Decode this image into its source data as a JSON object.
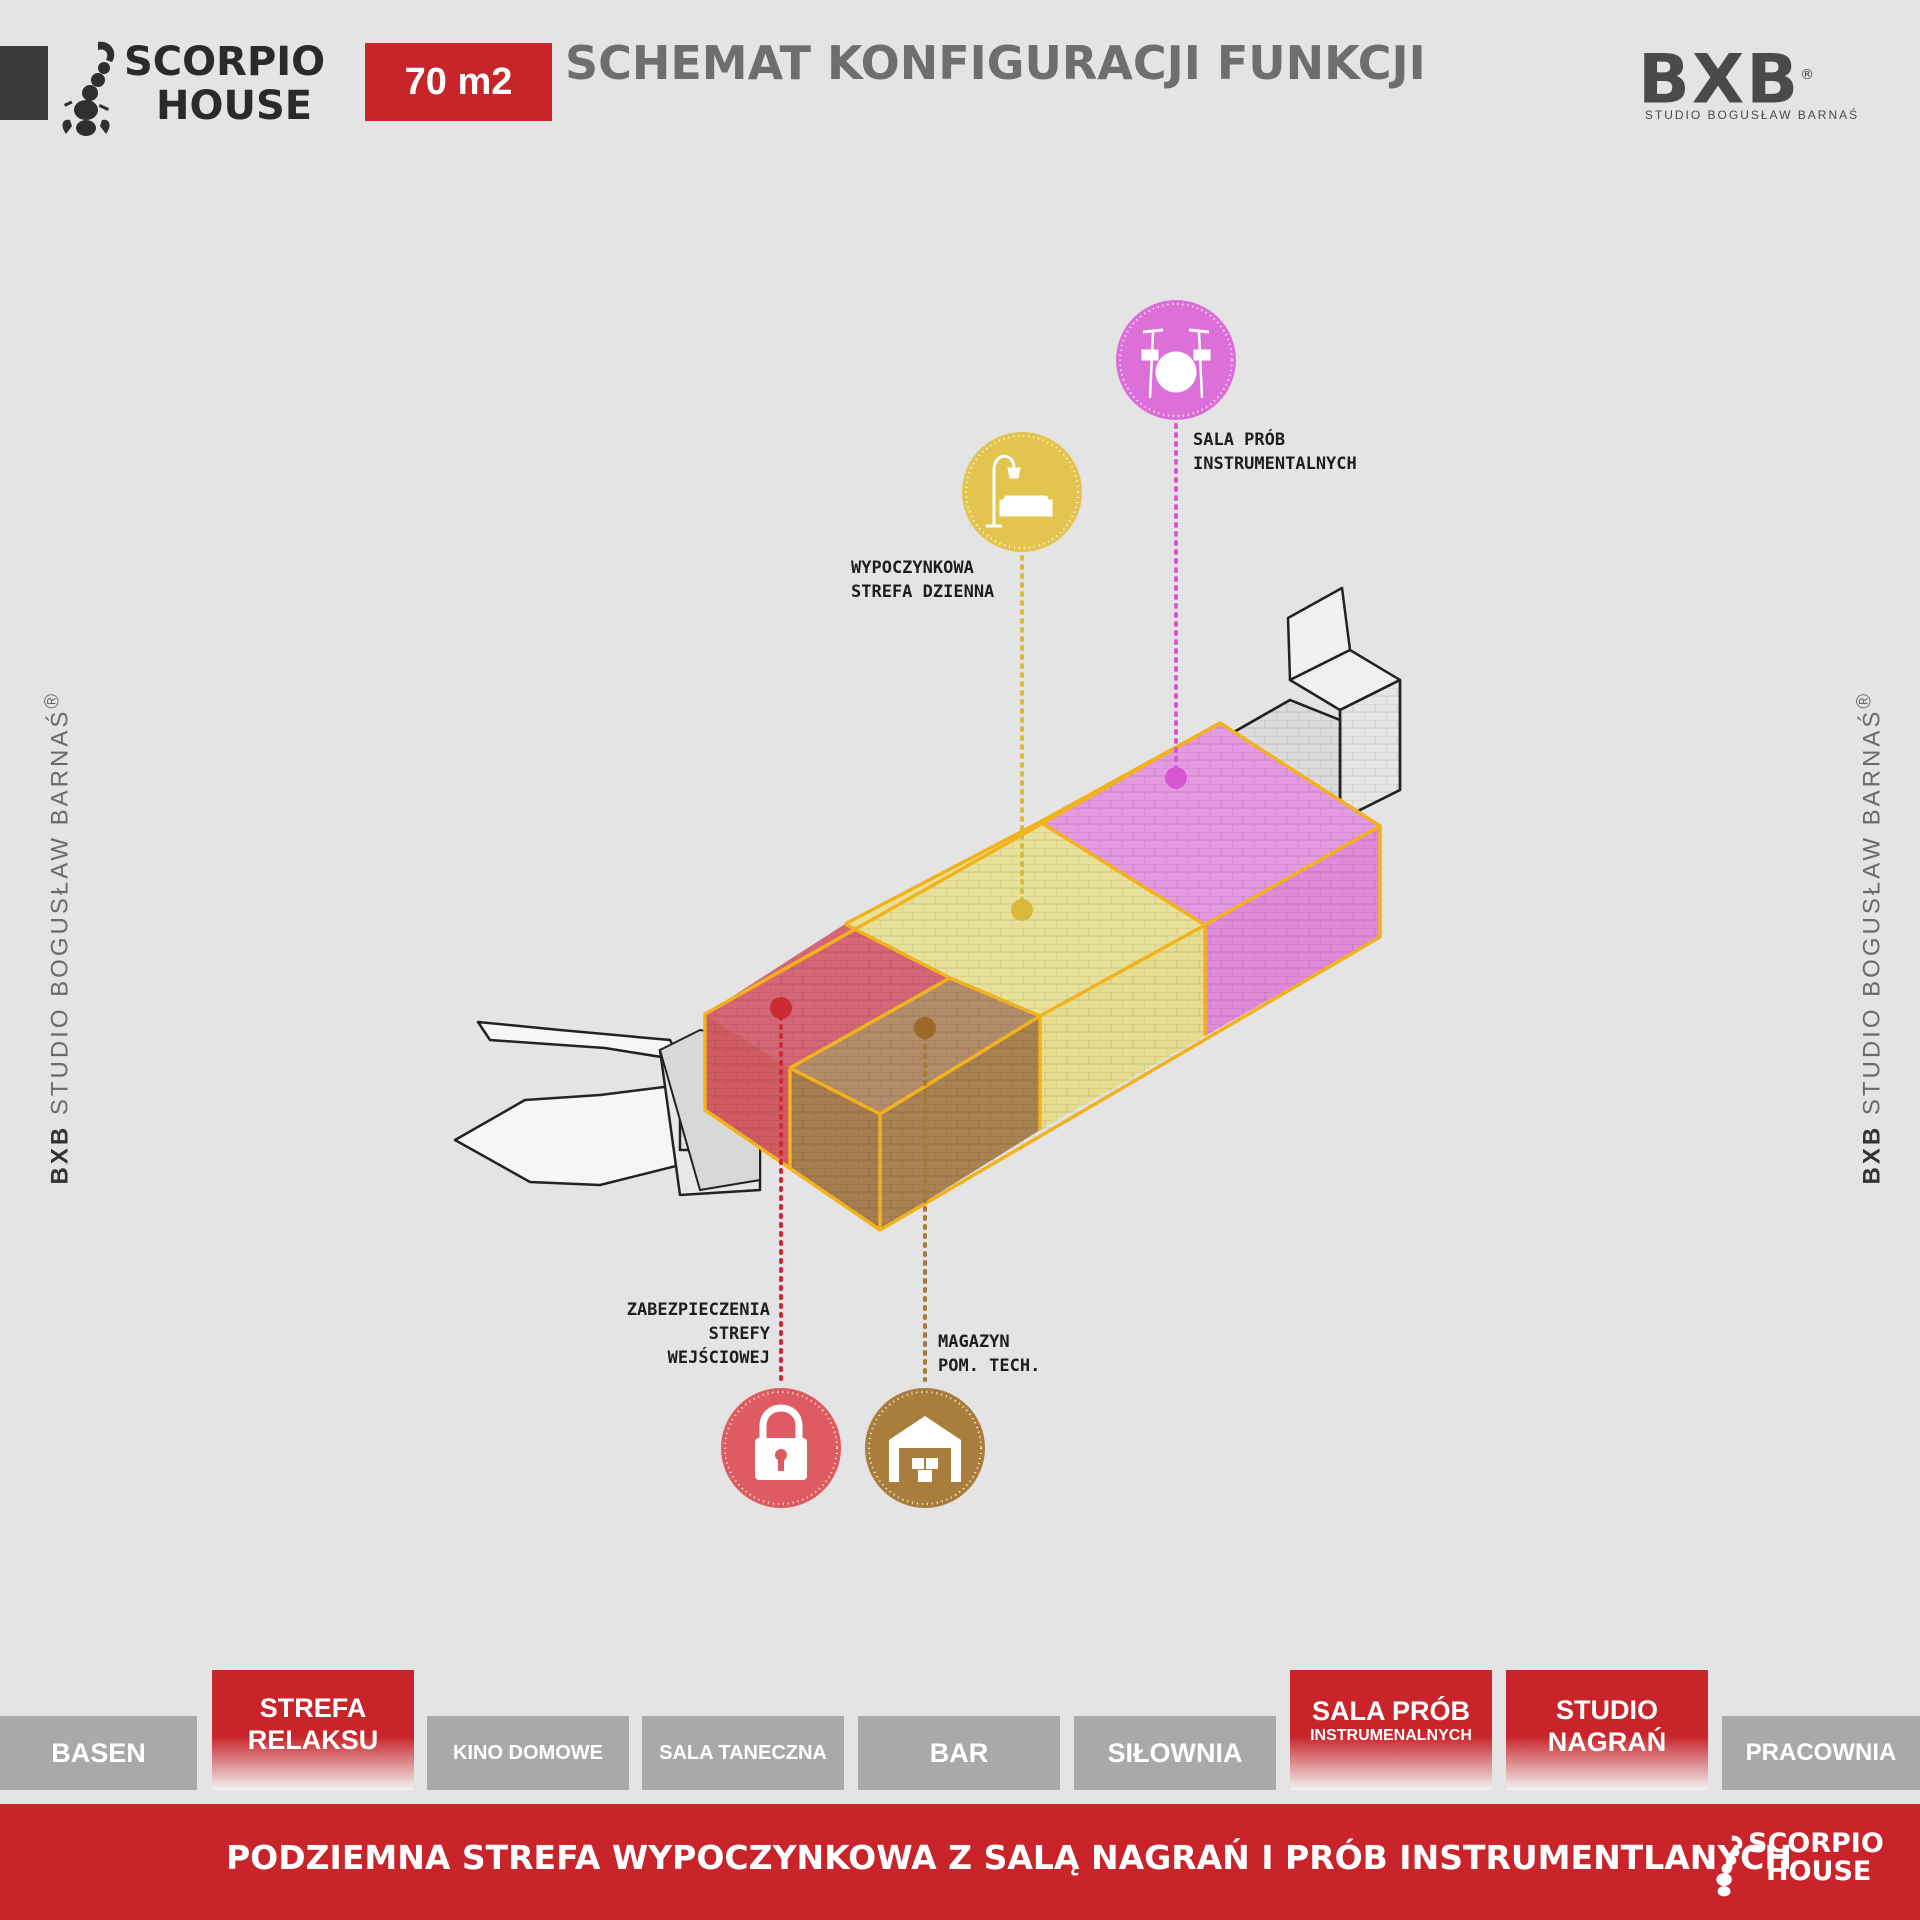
{
  "header": {
    "logo_line1": "SCORPIO",
    "logo_line2": "HOUSE",
    "area_badge": "70 m2",
    "title": "SCHEMAT KONFIGURACJI FUNKCJI",
    "brand": "BXB",
    "brand_reg": "®",
    "brand_subtitle": "STUDIO BOGUSŁAW BARNAŚ"
  },
  "side_watermark": {
    "brand": "BXB",
    "text": "STUDIO BOGUSŁAW BARNAŚ",
    "reg": "®"
  },
  "zones": [
    {
      "id": "rehearsal",
      "label_line1": "SALA PRÓB",
      "label_line2": "INSTRUMENTALNYCH",
      "icon": "drum-kit-icon",
      "color": "#de6fd9"
    },
    {
      "id": "relax",
      "label_line1": "WYPOCZYNKOWA",
      "label_line2": "STREFA DZIENNA",
      "icon": "sofa-lamp-icon",
      "color": "#e2c44e"
    },
    {
      "id": "security",
      "label_line1": "ZABEZPIECZENIA",
      "label_line2": "STREFY",
      "label_line3": "WEJŚCIOWEJ",
      "icon": "padlock-icon",
      "color": "#de5b62"
    },
    {
      "id": "storage",
      "label_line1": "MAGAZYN",
      "label_line2": "POM. TECH.",
      "icon": "warehouse-icon",
      "color": "#a97d3b"
    }
  ],
  "tabs": [
    {
      "line1": "BASEN",
      "active": false
    },
    {
      "line1": "STREFA",
      "line2": "RELAKSU",
      "active": true
    },
    {
      "line1": "KINO DOMOWE",
      "active": false
    },
    {
      "line1": "SALA TANECZNA",
      "active": false
    },
    {
      "line1": "BAR",
      "active": false
    },
    {
      "line1": "SIŁOWNIA",
      "active": false
    },
    {
      "line1": "SALA PRÓB",
      "line2": "INSTRUMENALNYCH",
      "active": true
    },
    {
      "line1": "STUDIO",
      "line2": "NAGRAŃ",
      "active": true
    },
    {
      "line1": "PRACOWNIA",
      "active": false
    }
  ],
  "footer": {
    "text": "PODZIEMNA STREFA WYPOCZYNKOWA Z SALĄ NAGRAŃ I PRÓB INSTRUMENTLANYCH",
    "logo_line1": "SCORPIO",
    "logo_line2": "HOUSE"
  }
}
